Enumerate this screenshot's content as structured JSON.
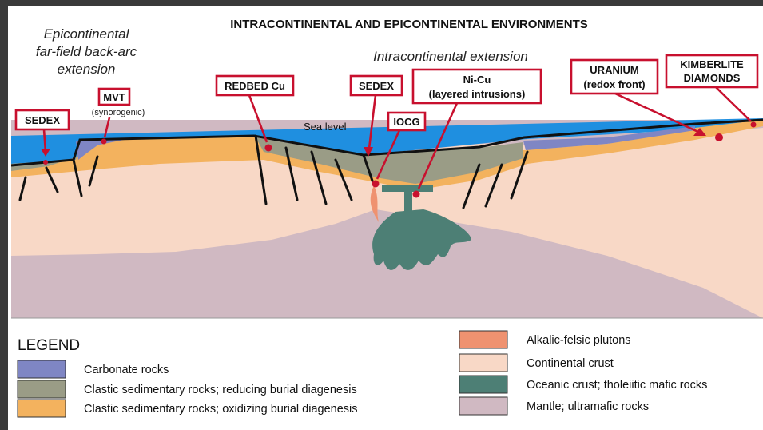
{
  "title": "INTRACONTINENTAL AND EPICONTINENTAL ENVIRONMENTS",
  "regions": {
    "left": [
      "Epicontinental",
      "far-field  back-arc",
      "extension"
    ],
    "middle": "Intracontinental  extension"
  },
  "sea_level": "Sea level",
  "deposits": {
    "sedex_left": "SEDEX",
    "mvt": "MVT",
    "mvt_note": "(synorogenic)",
    "redbed": "REDBED Cu",
    "sedex_mid": "SEDEX",
    "iocg": "IOCG",
    "nicu": [
      "Ni-Cu",
      "(layered intrusions)"
    ],
    "uranium": [
      "URANIUM",
      "(redox front)"
    ],
    "kimberlite": [
      "KIMBERLITE",
      "DIAMONDS"
    ]
  },
  "legend": {
    "heading": "LEGEND",
    "items": [
      {
        "label": "Carbonate rocks",
        "color": "#7f86c4"
      },
      {
        "label": "Clastic sedimentary rocks; reducing burial diagenesis",
        "color": "#9a9c86"
      },
      {
        "label": "Clastic sedimentary rocks; oxidizing burial diagenesis",
        "color": "#f3b25e"
      },
      {
        "label": "Alkalic-felsic plutons",
        "color": "#ef9270"
      },
      {
        "label": "Continental crust",
        "color": "#f8d8c6"
      },
      {
        "label": "Oceanic crust; tholeiitic mafic rocks",
        "color": "#4d7f75"
      },
      {
        "label": "Mantle; ultramafic rocks",
        "color": "#d0b9c2"
      }
    ]
  },
  "colors": {
    "sea": "#1f8fe0",
    "deposit_red": "#c8102e",
    "frame": "#3a3a3a"
  }
}
